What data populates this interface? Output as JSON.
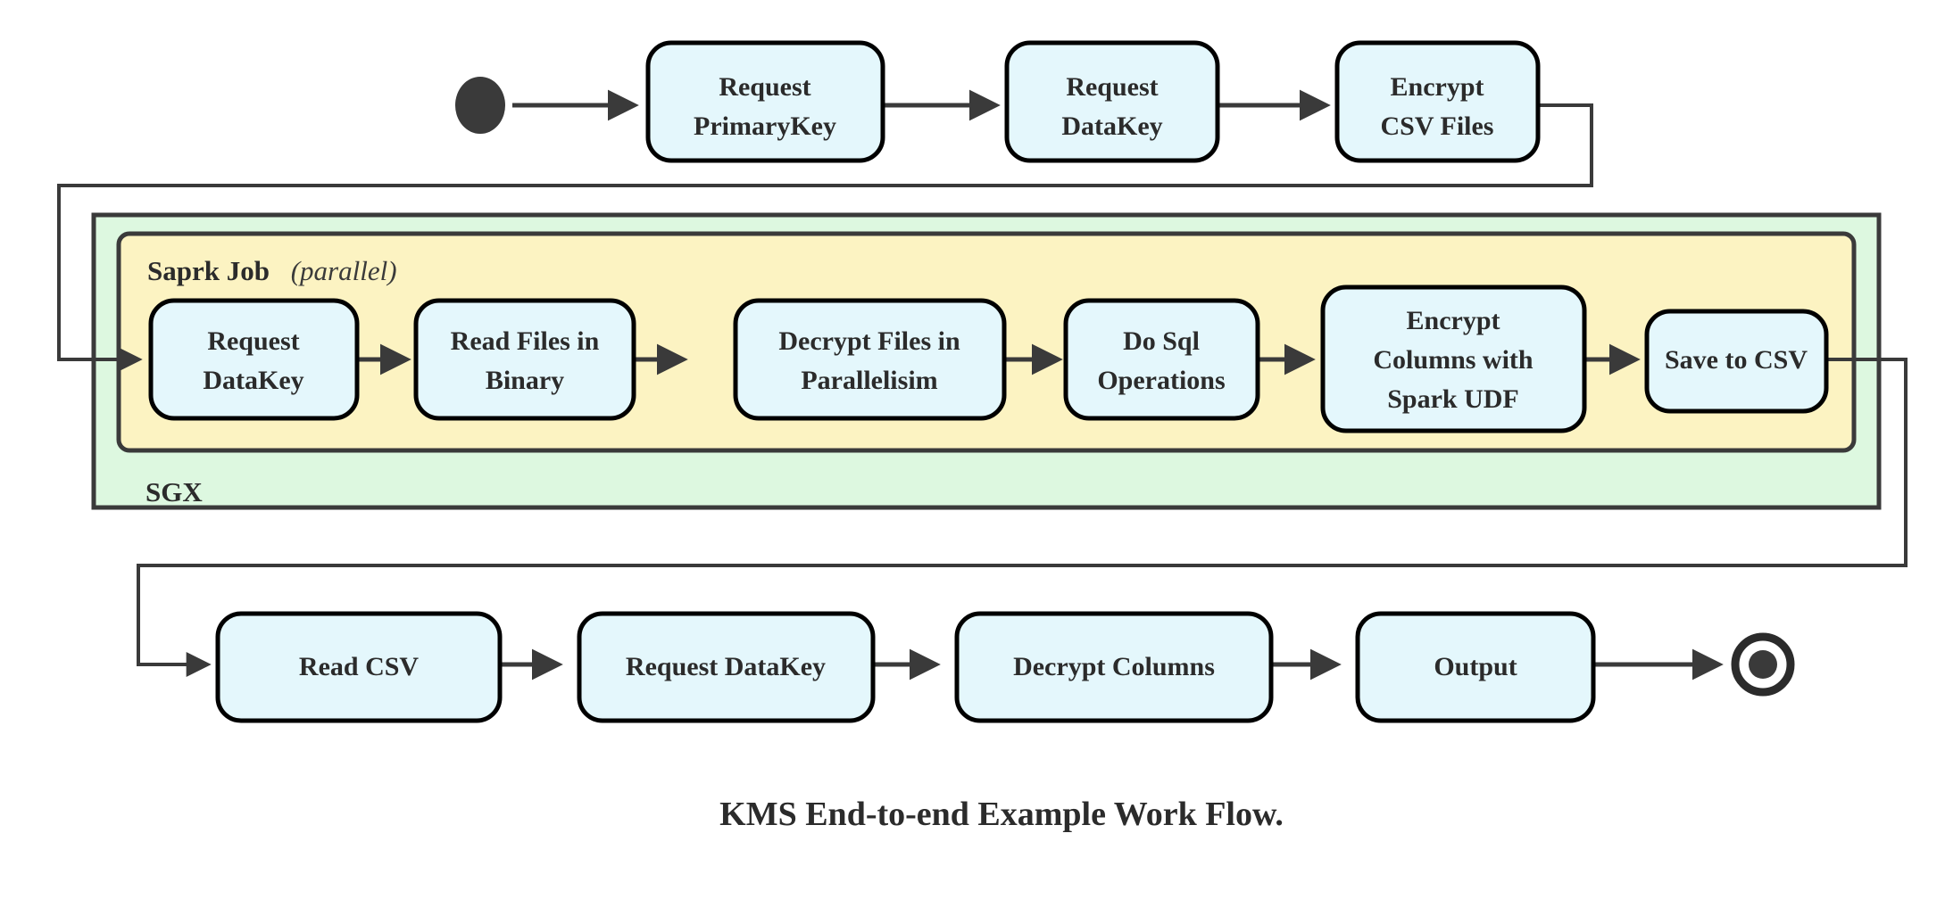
{
  "diagram": {
    "caption": "KMS End-to-end Example Work Flow.",
    "colors": {
      "node_fill": "#e4f7fc",
      "node_stroke": "#000000",
      "sgx_fill": "#ddf8e0",
      "spark_fill": "#fcf3c2",
      "edge": "#3a3a3a",
      "text": "#2b2b2b",
      "background": "#ffffff"
    },
    "groups": [
      {
        "id": "sgx",
        "label": "SGX",
        "label_position": "bottom-left"
      },
      {
        "id": "spark-job",
        "label": "Saprk Job",
        "label_suffix": "(parallel)",
        "label_position": "top-left"
      }
    ],
    "markers": {
      "start_node": "filled-circle-start",
      "end_node": "bullseye-end"
    },
    "rows": {
      "top": {
        "nodes": [
          {
            "id": "request-primarykey",
            "line1": "Request",
            "line2": "PrimaryKey"
          },
          {
            "id": "request-datakey-top",
            "line1": "Request",
            "line2": "DataKey"
          },
          {
            "id": "encrypt-csv-files",
            "line1": "Encrypt",
            "line2": "CSV Files"
          }
        ]
      },
      "middle": {
        "nodes": [
          {
            "id": "request-datakey-spark",
            "line1": "Request",
            "line2": "DataKey",
            "line3": ""
          },
          {
            "id": "read-files-in-binary",
            "line1": "Read Files in",
            "line2": "Binary",
            "line3": ""
          },
          {
            "id": "decrypt-files-in-parallelisim",
            "line1": "Decrypt Files in",
            "line2": "Parallelisim",
            "line3": ""
          },
          {
            "id": "do-sql-operations",
            "line1": "Do Sql",
            "line2": "Operations",
            "line3": ""
          },
          {
            "id": "encrypt-columns-with-spark-udf",
            "line1": "Encrypt",
            "line2": "Columns with",
            "line3": "Spark UDF"
          },
          {
            "id": "save-to-csv",
            "line1": "Save to CSV",
            "line2": "",
            "line3": ""
          }
        ]
      },
      "bottom": {
        "nodes": [
          {
            "id": "read-csv",
            "line1": "Read CSV",
            "line2": ""
          },
          {
            "id": "request-datakey-bottom",
            "line1": "Request DataKey",
            "line2": ""
          },
          {
            "id": "decrypt-columns",
            "line1": "Decrypt Columns",
            "line2": ""
          },
          {
            "id": "output",
            "line1": "Output",
            "line2": ""
          }
        ]
      }
    },
    "flow_order": [
      "start",
      "Request PrimaryKey",
      "Request DataKey",
      "Encrypt CSV Files",
      "Request DataKey",
      "Read Files in Binary",
      "Decrypt Files in Parallelisim",
      "Do Sql Operations",
      "Encrypt Columns with Spark UDF",
      "Save to CSV",
      "Read CSV",
      "Request DataKey",
      "Decrypt Columns",
      "Output",
      "end"
    ]
  }
}
